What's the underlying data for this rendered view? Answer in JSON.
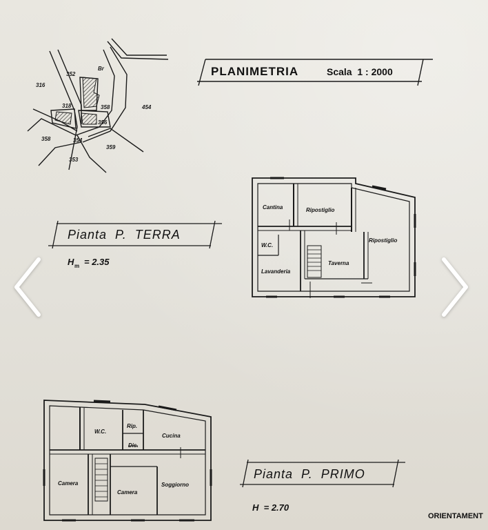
{
  "viewer": {
    "nav": {
      "prev_icon": "chevron-left-icon",
      "next_icon": "chevron-right-icon"
    }
  },
  "site_plan": {
    "title": "PLANIMETRIA",
    "scale": "Scala  1 : 2000",
    "parcels": [
      "316",
      "352",
      "Br",
      "318",
      "358",
      "454",
      "356",
      "358",
      "354",
      "359",
      "353"
    ]
  },
  "ground_floor": {
    "title": "Pianta  P.  TERRA",
    "height_label": "H",
    "height_sub": "m",
    "height_value": "= 2.35",
    "rooms": {
      "cantina": "Cantina",
      "ripostiglio_top": "Ripostiglio",
      "ripostiglio_right": "Ripostiglio",
      "wc": "W.C.",
      "lavanderia": "Lavanderia",
      "taverna": "Taverna"
    }
  },
  "first_floor": {
    "title": "Pianta  P.  PRIMO",
    "height_value": "H  = 2.70",
    "rooms": {
      "wc": "W.C.",
      "rip": "Rip.",
      "dis": "Dis.",
      "cucina": "Cucina",
      "camera_left": "Camera",
      "camera_mid": "Camera",
      "soggiorno": "Soggiorno"
    }
  },
  "orientation_label": "ORIENTAMENT"
}
